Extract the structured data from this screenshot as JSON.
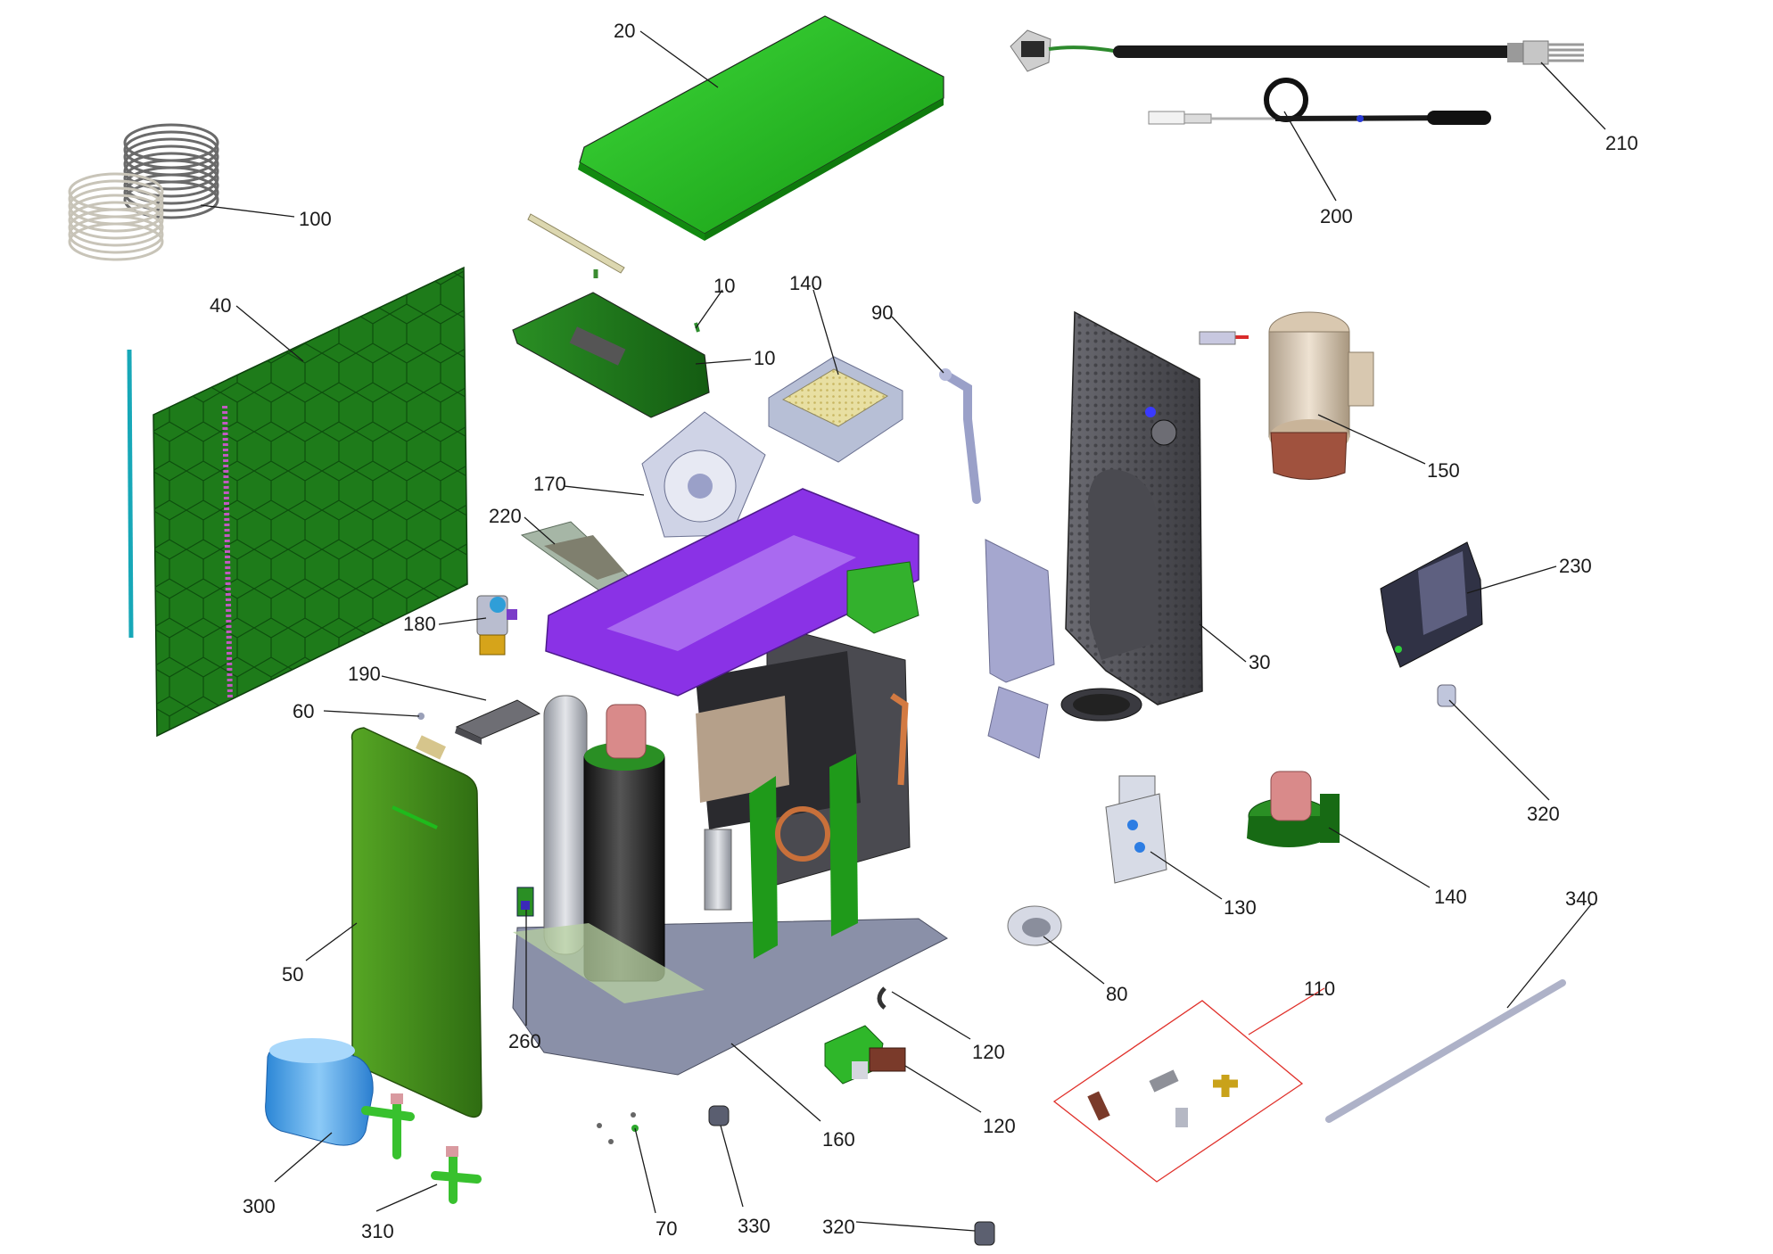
{
  "callouts": [
    {
      "id": "20",
      "text": "20"
    },
    {
      "id": "210",
      "text": "210"
    },
    {
      "id": "200",
      "text": "200"
    },
    {
      "id": "100",
      "text": "100"
    },
    {
      "id": "40",
      "text": "40"
    },
    {
      "id": "10a",
      "text": "10"
    },
    {
      "id": "10b",
      "text": "10"
    },
    {
      "id": "140a",
      "text": "140"
    },
    {
      "id": "90",
      "text": "90"
    },
    {
      "id": "150",
      "text": "150"
    },
    {
      "id": "170",
      "text": "170"
    },
    {
      "id": "220",
      "text": "220"
    },
    {
      "id": "180",
      "text": "180"
    },
    {
      "id": "30",
      "text": "30"
    },
    {
      "id": "230",
      "text": "230"
    },
    {
      "id": "190",
      "text": "190"
    },
    {
      "id": "60",
      "text": "60"
    },
    {
      "id": "320a",
      "text": "320"
    },
    {
      "id": "130",
      "text": "130"
    },
    {
      "id": "140b",
      "text": "140"
    },
    {
      "id": "340",
      "text": "340"
    },
    {
      "id": "80",
      "text": "80"
    },
    {
      "id": "110",
      "text": "110"
    },
    {
      "id": "50",
      "text": "50"
    },
    {
      "id": "260",
      "text": "260"
    },
    {
      "id": "120a",
      "text": "120"
    },
    {
      "id": "120b",
      "text": "120"
    },
    {
      "id": "160",
      "text": "160"
    },
    {
      "id": "300",
      "text": "300"
    },
    {
      "id": "310",
      "text": "310"
    },
    {
      "id": "70",
      "text": "70"
    },
    {
      "id": "330",
      "text": "330"
    },
    {
      "id": "320b",
      "text": "320"
    }
  ],
  "colors": {
    "panel_green": "#1fba1c",
    "panel_dark_green": "#1f7a1f",
    "frame_purple": "#8a32e6",
    "gray_panel": "#58585e",
    "steel": "#b9bcc4",
    "pink_cap": "#d98a8a",
    "blue_tank": "#4aa6ef",
    "cyan_rod": "#17a8b8",
    "red_box": "#e0302a"
  }
}
